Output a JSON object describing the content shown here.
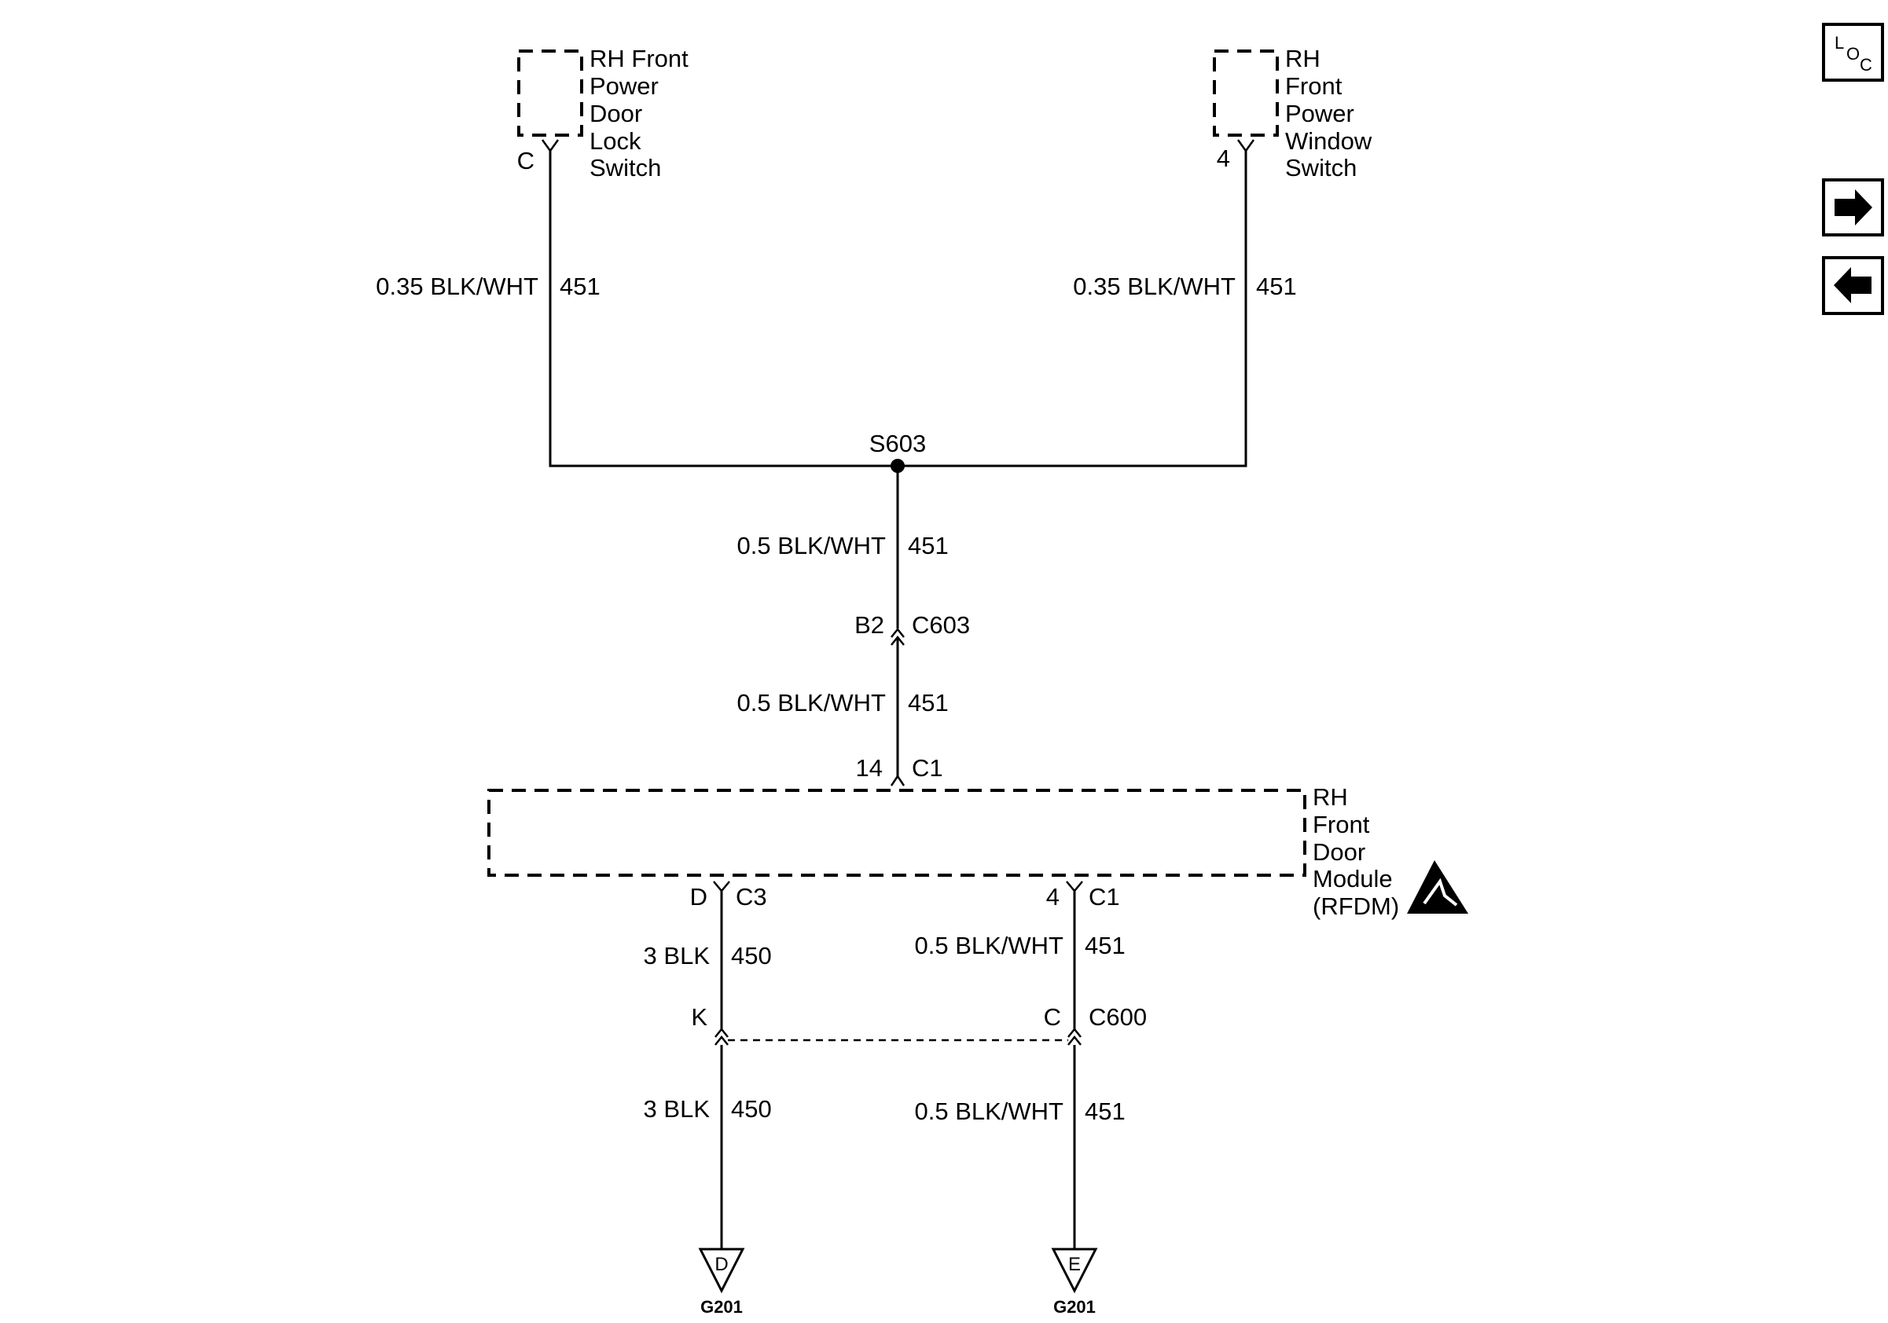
{
  "components": {
    "lock_switch": {
      "lines": [
        "RH Front",
        "Power",
        "Door",
        "Lock",
        "Switch"
      ],
      "pin": "C"
    },
    "window_switch": {
      "lines": [
        "RH",
        "Front",
        "Power",
        "Window",
        "Switch"
      ],
      "pin": "4"
    },
    "door_module": {
      "lines": [
        "RH",
        "Front",
        "Door",
        "Module",
        "(RFDM)"
      ]
    }
  },
  "splice": {
    "label": "S603"
  },
  "wires": {
    "lock_sw": {
      "gauge_color": "0.35 BLK/WHT",
      "circuit": "451"
    },
    "window_sw": {
      "gauge_color": "0.35 BLK/WHT",
      "circuit": "451"
    },
    "splice_to_c603": {
      "gauge_color": "0.5 BLK/WHT",
      "circuit": "451"
    },
    "c603_to_module": {
      "gauge_color": "0.5 BLK/WHT",
      "circuit": "451"
    },
    "c3_to_c600": {
      "gauge_color": "3 BLK",
      "circuit": "450"
    },
    "c1_to_c600": {
      "gauge_color": "0.5 BLK/WHT",
      "circuit": "451"
    },
    "c600_to_g201_d": {
      "gauge_color": "3 BLK",
      "circuit": "450"
    },
    "c600_to_g201_e": {
      "gauge_color": "0.5 BLK/WHT",
      "circuit": "451"
    }
  },
  "connectors": {
    "c603": {
      "pin": "B2",
      "name": "C603"
    },
    "module_c1_top": {
      "pin": "14",
      "name": "C1"
    },
    "module_c3": {
      "pin": "D",
      "name": "C3"
    },
    "module_c1_bottom": {
      "pin": "4",
      "name": "C1"
    },
    "c600_left": {
      "pin": "K"
    },
    "c600_right": {
      "pin": "C",
      "name": "C600"
    }
  },
  "grounds": {
    "d": {
      "letter": "D",
      "name": "G201"
    },
    "e": {
      "letter": "E",
      "name": "G201"
    }
  },
  "toolbar": {
    "loc_icon": "location-view-icon",
    "forward_icon": "arrow-right-icon",
    "back_icon": "arrow-left-icon"
  }
}
